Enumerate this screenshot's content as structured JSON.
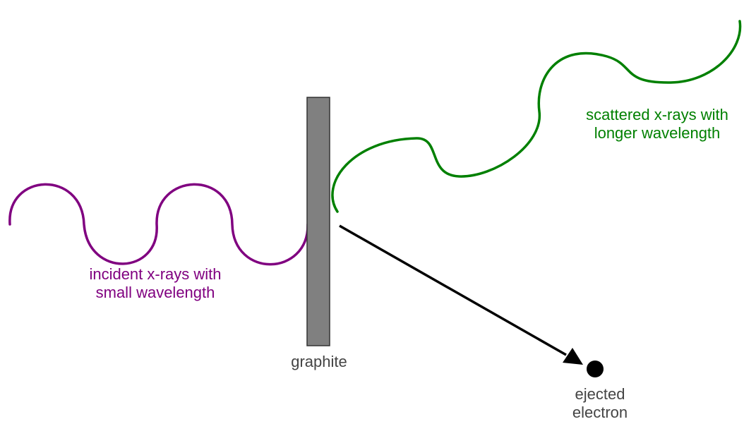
{
  "labels": {
    "incident": {
      "line1": "incident x-rays with",
      "line2": "small wavelength"
    },
    "scattered": {
      "line1": "scattered x-rays with",
      "line2": "longer wavelength"
    },
    "graphite": "graphite",
    "electron": {
      "line1": "ejected",
      "line2": "electron"
    }
  },
  "colors": {
    "incident_wave": "#800080",
    "scattered_wave": "#008000",
    "graphite_block": "#808080",
    "arrow": "#000000",
    "electron": "#000000"
  }
}
